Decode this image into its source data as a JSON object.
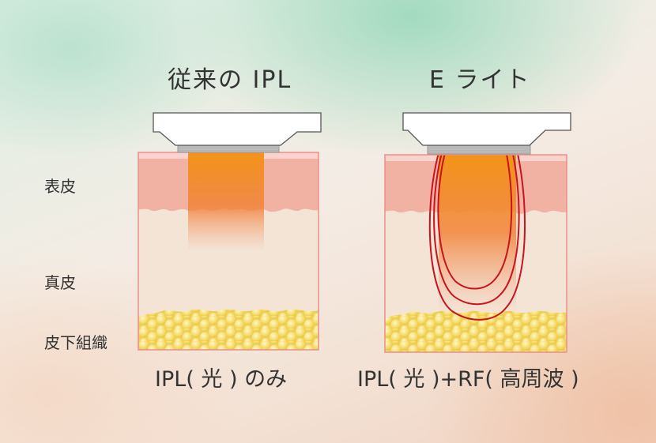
{
  "titles": {
    "left": "従来の IPL",
    "right": "E ライト"
  },
  "layers": {
    "epidermis": "表皮",
    "dermis": "真皮",
    "subcutaneous": "皮下組織"
  },
  "captions": {
    "left": "IPL( 光 ) のみ",
    "right": "IPL( 光 )+RF( 高周波 )"
  },
  "colors": {
    "epidermis": "#f2b3a7",
    "dermis": "#f3e4d6",
    "fat": "#f4dc73",
    "light_beam": "#f08a1e",
    "rf_lines": "#c8141e",
    "box_border": "#e8908c",
    "head": "#ffffff",
    "lens": "#b9b9b9"
  },
  "icons": {
    "device_head": "handpiece-icon"
  }
}
